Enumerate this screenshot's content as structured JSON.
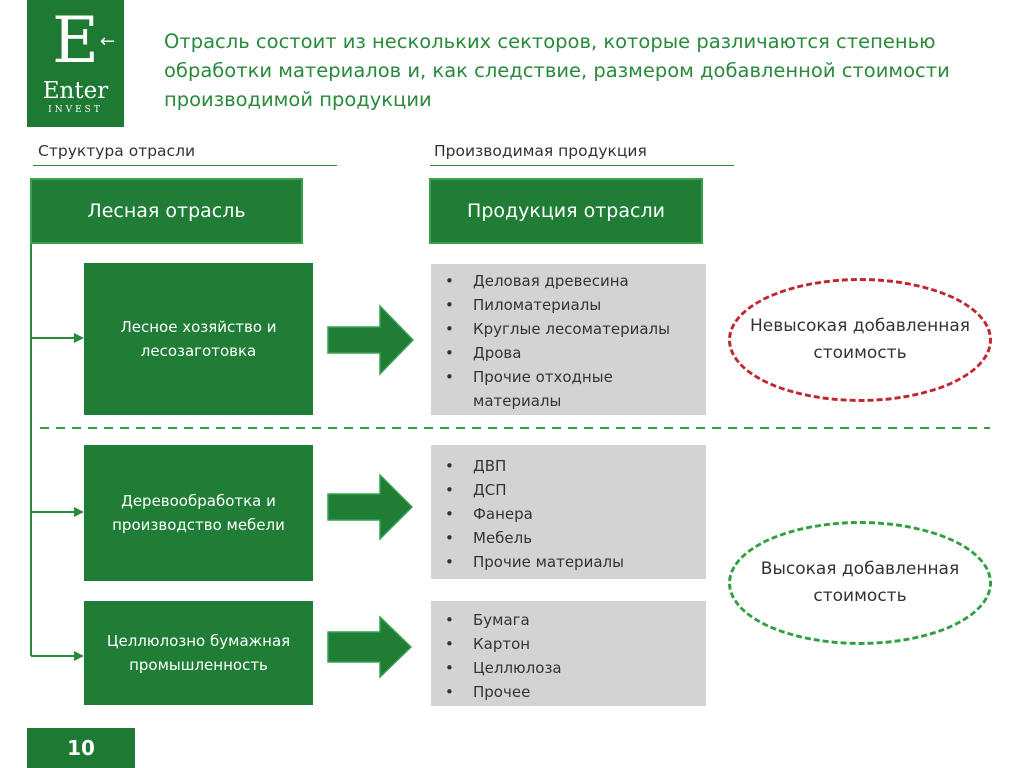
{
  "logo": {
    "letter": "E",
    "arrow": "←",
    "name": "Enter",
    "sub": "INVEST"
  },
  "title": "Отрасль состоит из нескольких секторов, которые различаются степенью обработки материалов и, как следствие, размером добавленной стоимости производимой продукции",
  "sections": {
    "structure_label": "Структура отрасли",
    "products_label": "Производимая продукция"
  },
  "industry_box": "Лесная отрасль",
  "products_box": "Продукция отрасли",
  "sectors": [
    {
      "label": "Лесное хозяйство и лесозаготовка",
      "products": [
        "Деловая древесина",
        "Пиломатериалы",
        "Круглые лесоматериалы",
        "Дрова",
        "Прочие отходные материалы"
      ]
    },
    {
      "label": "Деревообработка и производство мебели",
      "products": [
        "ДВП",
        "ДСП",
        "Фанера",
        "Мебель",
        "Прочие материалы"
      ]
    },
    {
      "label": "Целлюлозно бумажная промышленность",
      "products": [
        "Бумага",
        "Картон",
        "Целлюлоза",
        "Прочее"
      ]
    }
  ],
  "value_labels": {
    "low": "Невысокая добавленная стоимость",
    "high": "Высокая добавленная стоимость"
  },
  "colors": {
    "green": "#1f7d36",
    "red_dash": "#c0262d",
    "green_dash": "#2ea043",
    "gray": "#d3d3d3"
  },
  "page_number": "10"
}
